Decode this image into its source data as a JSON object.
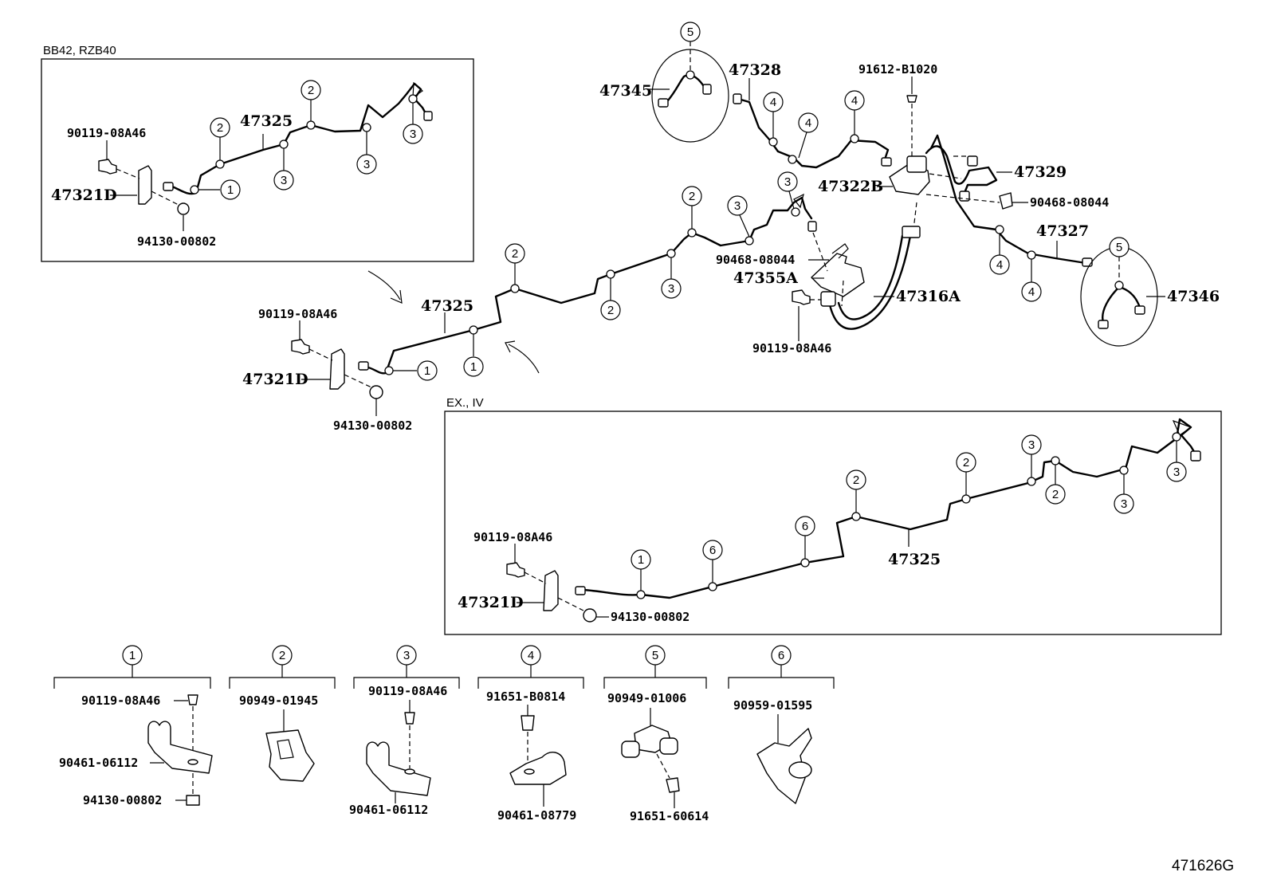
{
  "figure_id": "471626G",
  "insets": {
    "top_left_caption": "BB42, RZB40",
    "bottom_right_caption": "EX., IV"
  },
  "parts": {
    "p47325": "47325",
    "p47321D": "47321D",
    "p90119": "90119-08A46",
    "p94130": "94130-00802",
    "p47328": "47328",
    "p47345": "47345",
    "p47346": "47346",
    "p47327": "47327",
    "p47329": "47329",
    "p47322B": "47322B",
    "p91612": "91612-B1020",
    "p90468": "90468-08044",
    "p47355A": "47355A",
    "p47316A": "47316A",
    "p90461_06112": "90461-06112",
    "p90949_01945": "90949-01945",
    "p91651_B0814": "91651-B0814",
    "p90461_08779": "90461-08779",
    "p90949_01006": "90949-01006",
    "p91651_60614": "91651-60614",
    "p90959_01595": "90959-01595"
  },
  "callouts": {
    "c1": "1",
    "c2": "2",
    "c3": "3",
    "c4": "4",
    "c5": "5",
    "c6": "6"
  },
  "legend": [
    {
      "num": "1",
      "parts": [
        "90119-08A46",
        "90461-06112",
        "94130-00802"
      ]
    },
    {
      "num": "2",
      "parts": [
        "90949-01945"
      ]
    },
    {
      "num": "3",
      "parts": [
        "90119-08A46",
        "90461-06112"
      ]
    },
    {
      "num": "4",
      "parts": [
        "91651-B0814",
        "90461-08779"
      ]
    },
    {
      "num": "5",
      "parts": [
        "90949-01006",
        "91651-60614"
      ]
    },
    {
      "num": "6",
      "parts": [
        "90959-01595"
      ]
    }
  ]
}
